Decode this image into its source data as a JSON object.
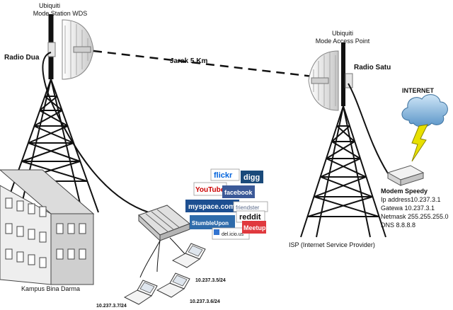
{
  "left_radio": {
    "brand": "Ubiquiti",
    "mode": "Mode Station WDS",
    "name": "Radio Dua"
  },
  "right_radio": {
    "brand": "Ubiquiti",
    "mode": "Mode Access Point",
    "name": "Radio Satu"
  },
  "link": {
    "label": "Jarak 5 Km"
  },
  "internet": {
    "label": "INTERNET"
  },
  "modem": {
    "title": "Modem Speedy",
    "lines": [
      "Ip address10.237.3.1",
      "Gatewa 10.237.3.1",
      "Netmask 255.255.255.0",
      "DNS 8.8.8.8"
    ]
  },
  "isp": {
    "label": "ISP (Internet Service Provider)"
  },
  "campus": {
    "label": "Kampus Bina Darma"
  },
  "clients": [
    {
      "ip": "10.237.3.5/24"
    },
    {
      "ip": "10.237.3.6/24"
    },
    {
      "ip": "10.237.3.7/24"
    }
  ],
  "social_logos": [
    "flickr",
    "digg",
    "YouTube",
    "facebook",
    "myspace.com",
    "friendster",
    "reddit",
    "StumbleUpon",
    "del.icio.us",
    "Meetup"
  ],
  "colors": {
    "cloud": "#7fb3d9",
    "lightning": "#e8e000",
    "tower": "#111111"
  }
}
